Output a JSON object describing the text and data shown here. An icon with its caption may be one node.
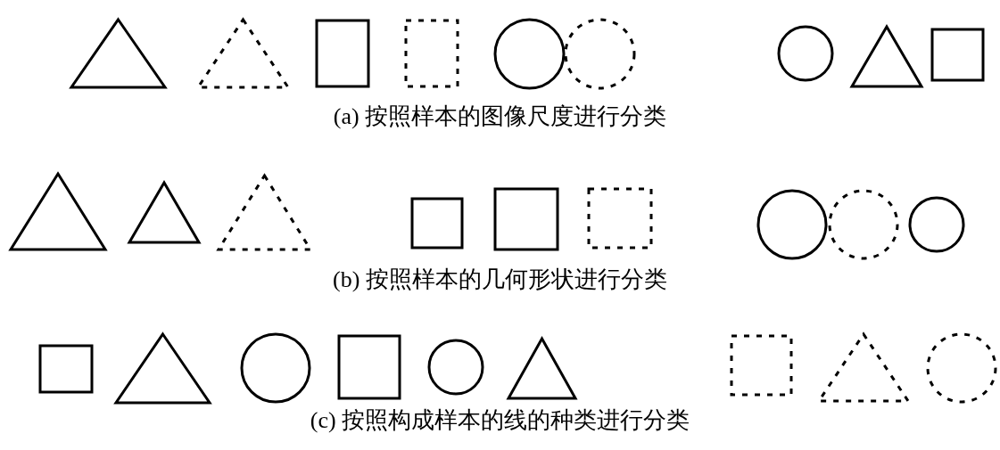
{
  "diagram": {
    "labels": [
      "(a) 按照样本的图像尺度进行分类",
      "(b) 按照样本的几何形状进行分类",
      "(c) 按照构成样本的线的种类进行分类"
    ]
  }
}
